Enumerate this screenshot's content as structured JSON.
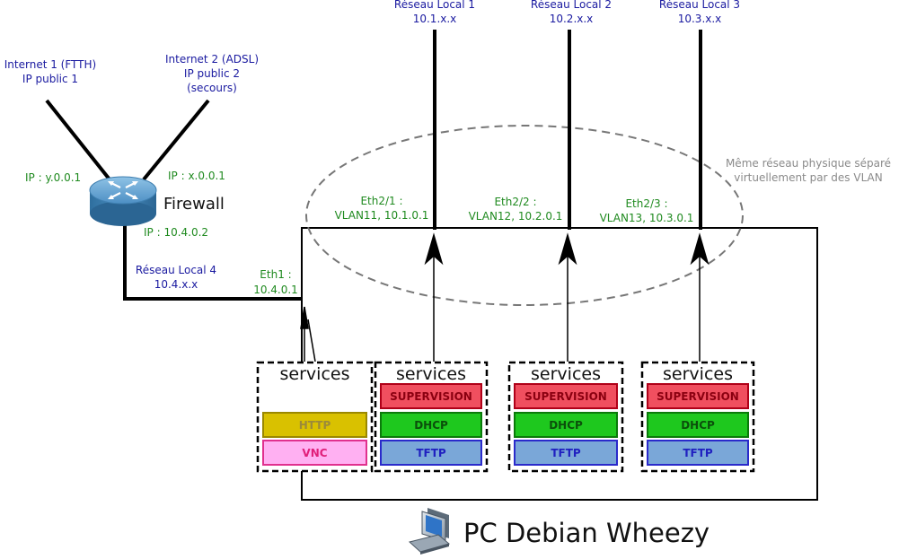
{
  "internet1": {
    "line1": "Internet 1 (FTTH)",
    "line2": "IP public 1"
  },
  "internet2": {
    "line1": "Internet 2 (ADSL)",
    "line2": "IP public 2",
    "line3": "(secours)"
  },
  "firewall": {
    "label": "Firewall",
    "ip_left": "IP : y.0.0.1",
    "ip_right": "IP : x.0.0.1",
    "ip_bottom": "IP : 10.4.0.2"
  },
  "lan4": {
    "line1": "Réseau Local 4",
    "line2": "10.4.x.x"
  },
  "eth1": {
    "line1": "Eth1 :",
    "line2": "10.4.0.1"
  },
  "lans": [
    {
      "name": "Réseau Local 1",
      "subnet": "10.1.x.x",
      "eth": "Eth2/1 :",
      "vlan": "VLAN11, 10.1.0.1"
    },
    {
      "name": "Réseau Local 2",
      "subnet": "10.2.x.x",
      "eth": "Eth2/2 :",
      "vlan": "VLAN12, 10.2.0.1"
    },
    {
      "name": "Réseau Local 3",
      "subnet": "10.3.x.x",
      "eth": "Eth2/3 :",
      "vlan": "VLAN13, 10.3.0.1"
    }
  ],
  "vlan_note": {
    "line1": "Même réseau physique séparé",
    "line2": "virtuellement par des VLAN"
  },
  "service_boxes": [
    {
      "title": "services",
      "items": [
        "",
        "HTTP",
        "VNC"
      ]
    },
    {
      "title": "services",
      "items": [
        "SUPERVISION",
        "DHCP",
        "TFTP"
      ]
    },
    {
      "title": "services",
      "items": [
        "SUPERVISION",
        "DHCP",
        "TFTP"
      ]
    },
    {
      "title": "services",
      "items": [
        "SUPERVISION",
        "DHCP",
        "TFTP"
      ]
    }
  ],
  "pc_label": "PC Debian Wheezy",
  "colors": {
    "supervision_fill": "#f04f5f",
    "supervision_stroke": "#b00018",
    "supervision_text": "#8b0010",
    "dhcp_fill": "#1ec81e",
    "dhcp_stroke": "#0a7a0a",
    "dhcp_text": "#0b4f0b",
    "tftp_fill": "#7aa7d8",
    "tftp_stroke": "#2a2acb",
    "tftp_text": "#2020c0",
    "http_fill": "#d9c100",
    "http_stroke": "#9a8800",
    "http_text": "#9b8a3a",
    "vnc_fill": "#ffb0f2",
    "vnc_stroke": "#e0308e",
    "vnc_text": "#e0207a"
  }
}
